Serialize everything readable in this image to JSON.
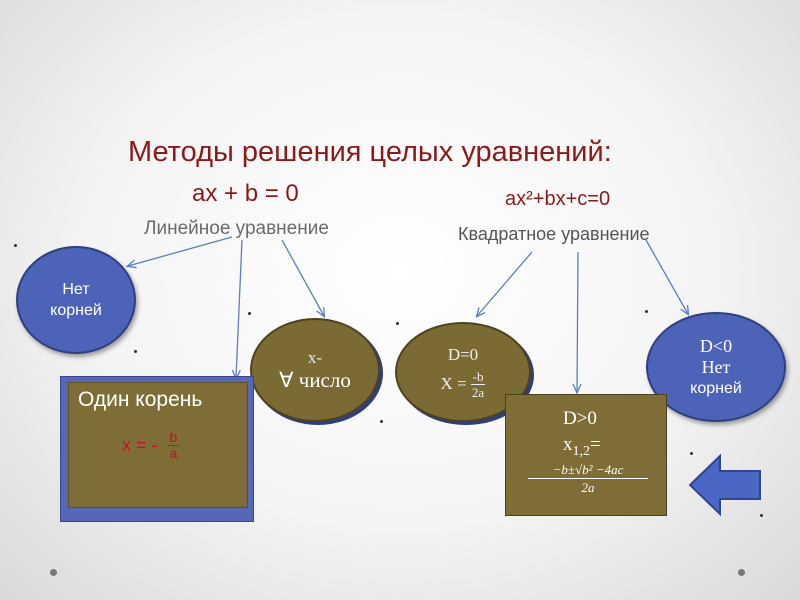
{
  "title": "Методы решения целых уравнений:",
  "linear": {
    "equation": "ax + b = 0",
    "label": "Линейное уравнение",
    "no_roots": [
      "Нет",
      "корней"
    ],
    "any_number": [
      "x-",
      "∀ число"
    ],
    "one_root": {
      "title": "Один корень",
      "formula_prefix": "x = -",
      "frac_num": "b",
      "frac_den": "a"
    }
  },
  "quadratic": {
    "equation": "ax²+bx+c=0",
    "label": "Квадратное уравнение",
    "d_zero": {
      "condition": "D=0",
      "formula_prefix": "X =",
      "frac_num": "-b",
      "frac_den": "2a"
    },
    "d_positive": {
      "condition": "D>0",
      "x_label": "x",
      "x_sub": "1,2",
      "x_eq": "=",
      "frac_num": "−b±√b² −4ac",
      "frac_den": "2a"
    },
    "d_negative": [
      "D<0",
      "Нет",
      "корней"
    ]
  },
  "colors": {
    "title": "#8b1a1a",
    "blue_shape": "#4c63b8",
    "olive_shape": "#7a6a34",
    "formula_red": "#c8102e"
  },
  "icons": {
    "back_arrow": "left-arrow-icon"
  }
}
